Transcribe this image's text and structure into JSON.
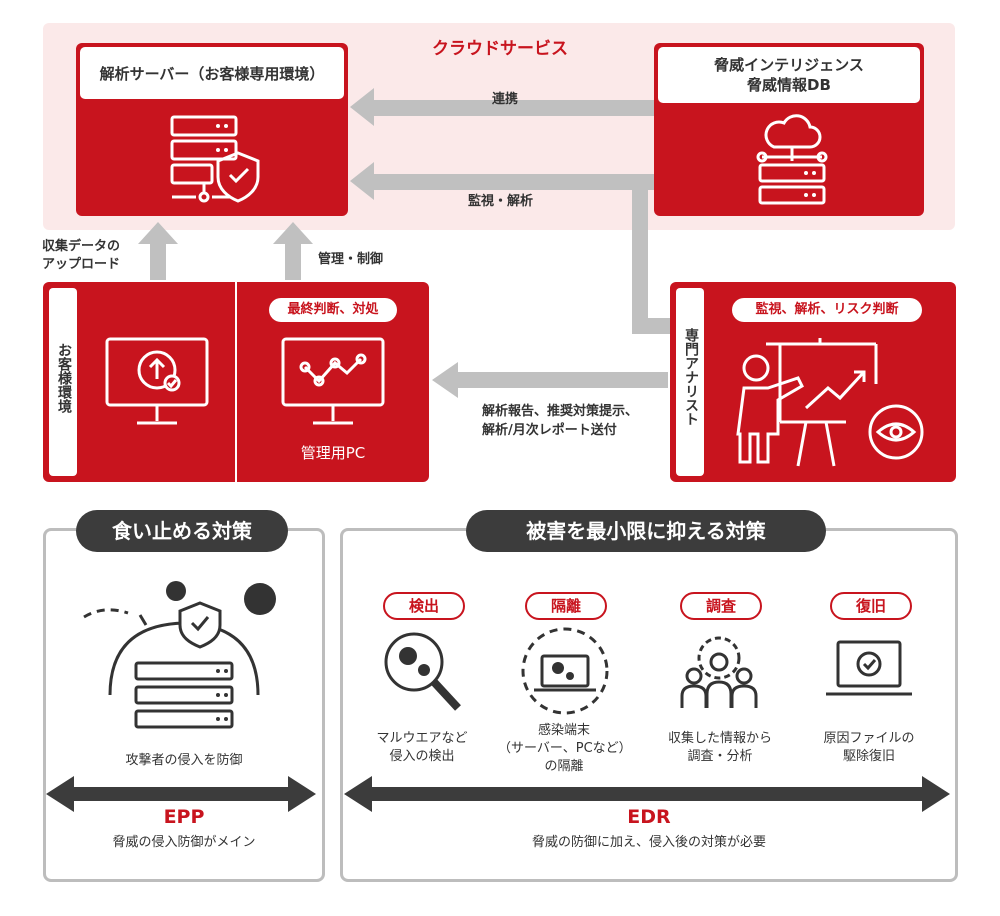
{
  "cloud": {
    "title": "クラウドサービス"
  },
  "analysis_server": {
    "title": "解析サーバー（お客様専用環境）"
  },
  "threat_intel": {
    "line1": "脅威インテリジェンス",
    "line2": "脅威情報DB"
  },
  "arrows": {
    "link": "連携",
    "monitor": "監視・解析",
    "upload_line1": "収集データの",
    "upload_line2": "アップロード",
    "control": "管理・制御",
    "report_line1": "解析報告、推奨対策提示、",
    "report_line2": "解析/月次レポート送付"
  },
  "customer_env": {
    "label": "お客様環境",
    "pc_badge": "最終判断、対処",
    "pc_label": "管理用PC"
  },
  "analyst": {
    "label": "専門アナリスト",
    "badge": "監視、解析、リスク判断"
  },
  "epp": {
    "heading": "食い止める対策",
    "caption": "攻撃者の侵入を防御",
    "name": "EPP",
    "desc": "脅威の侵入防御がメイン"
  },
  "edr": {
    "heading": "被害を最小限に抑える対策",
    "name": "EDR",
    "desc": "脅威の防御に加え、侵入後の対策が必要",
    "steps": [
      {
        "label": "検出",
        "line1": "マルウエアなど",
        "line2": "侵入の検出",
        "line3": ""
      },
      {
        "label": "隔離",
        "line1": "感染端末",
        "line2": "（サーバー、PCなど）",
        "line3": "の隔離"
      },
      {
        "label": "調査",
        "line1": "収集した情報から",
        "line2": "調査・分析",
        "line3": ""
      },
      {
        "label": "復旧",
        "line1": "原因ファイルの",
        "line2": "駆除復旧",
        "line3": ""
      }
    ]
  },
  "colors": {
    "brand_red": "#c8141e",
    "cloud_bg": "#fbe9e9",
    "arrow_gray": "#c0c0c0",
    "dark": "#3c3c3c"
  }
}
